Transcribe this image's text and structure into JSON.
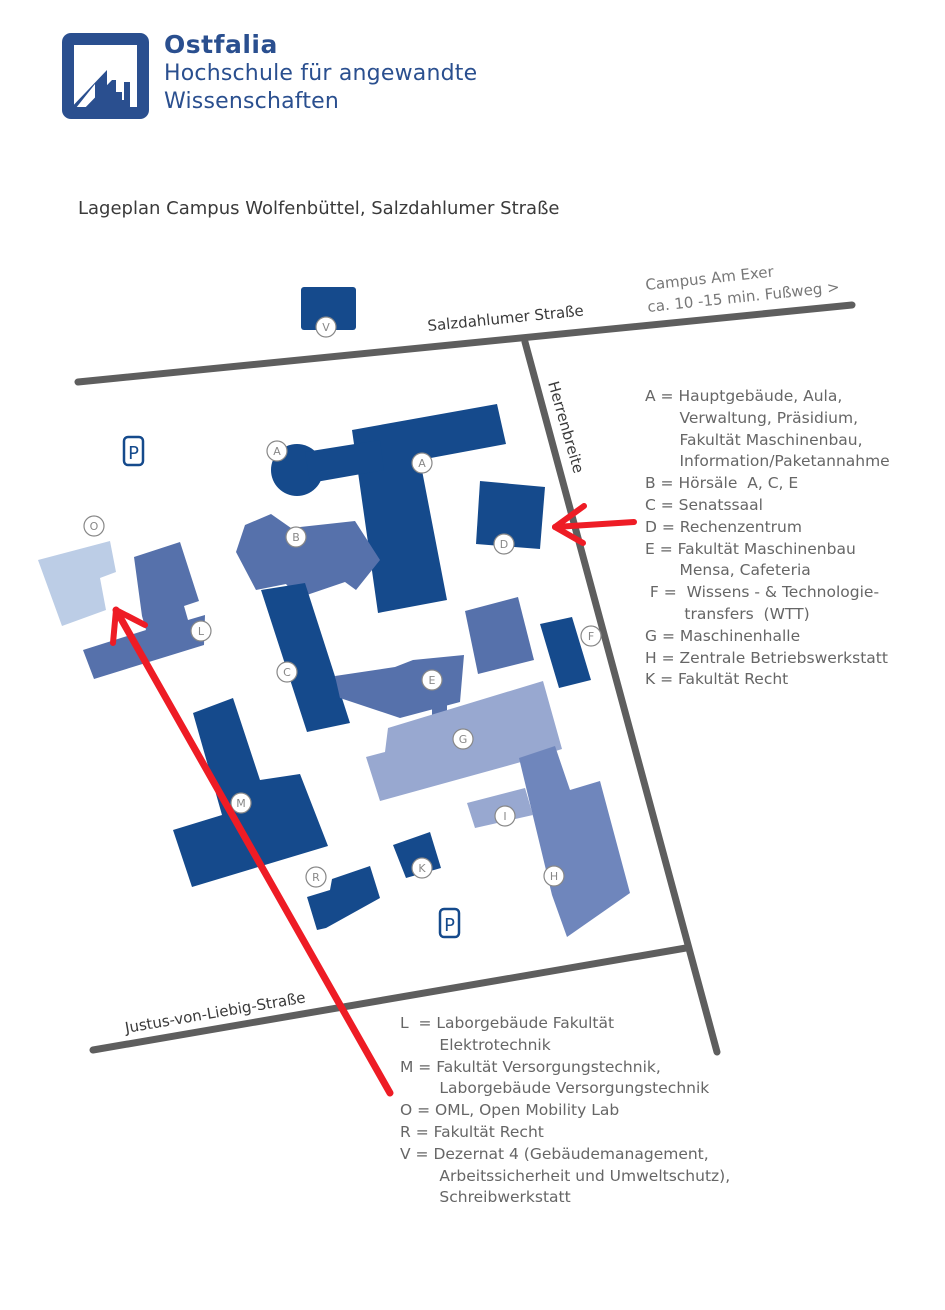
{
  "header": {
    "logo_name": "Ostfalia",
    "logo_line1": "Hochschule für angewandte",
    "logo_line2": "Wissenschaften"
  },
  "map": {
    "title": "Lageplan Campus Wolfenbüttel, Salzdahlumer Straße",
    "streets": {
      "salzdahlumer": "Salzdahlumer Straße",
      "herrenbreite": "Herrenbreite",
      "justus": "Justus-von-Liebig-Straße"
    },
    "campus_link": {
      "line1": "Campus Am Exer",
      "line2": "ca. 10 -15 min. Fußweg >"
    },
    "parking_label": "P",
    "building_labels": {
      "A": "A",
      "B": "B",
      "C": "C",
      "D": "D",
      "E": "E",
      "F": "F",
      "G": "G",
      "H": "H",
      "I": "I",
      "K": "K",
      "L": "L",
      "M": "M",
      "O": "O",
      "R": "R",
      "V": "V"
    },
    "colors": {
      "dark_blue": "#154a8c",
      "mid_blue": "#506fa9",
      "light_blue": "#6f86bc",
      "lighter_blue": "#98a8d0",
      "pale_blue": "#bccde6",
      "road_grey": "#5e5e5e",
      "arrow_red": "#ee1c25"
    }
  },
  "legend_top": [
    "A = Hauptgebäude, Aula,",
    "       Verwaltung, Präsidium,",
    "       Fakultät Maschinenbau,",
    "       Information/Paketannahme",
    "B = Hörsäle  A, C, E",
    "C = Senatssaal",
    "D = Rechenzentrum",
    "E = Fakultät Maschinenbau",
    "       Mensa, Cafeteria",
    " F =  Wissens - & Technologie-",
    "        transfers  (WTT)",
    "G = Maschinenhalle",
    "H = Zentrale Betriebswerkstatt",
    "K = Fakultät Recht"
  ],
  "legend_bottom": [
    "L  = Laborgebäude Fakultät",
    "        Elektrotechnik",
    "M = Fakultät Versorgungstechnik,",
    "        Laborgebäude Versorgungstechnik",
    "O = OML, Open Mobility Lab",
    "R = Fakultät Recht",
    "V = Dezernat 4 (Gebäudemanagement,",
    "        Arbeitssicherheit und Umweltschutz),",
    "        Schreibwerkstatt"
  ]
}
